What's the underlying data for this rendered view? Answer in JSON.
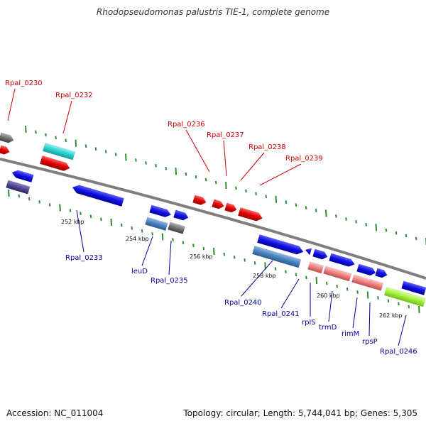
{
  "title": "Rhodopseudomonas palustris TIE-1, complete genome",
  "footer": {
    "accession": "Accession: NC_011004",
    "summary": "Topology: circular; Length: 5,744,041 bp; Genes: 5,305"
  },
  "colors": {
    "backbone": "#7f7f7f",
    "tick": "#2e8b2e",
    "label_top": "#cc0000",
    "label_bottom": "#000099",
    "gene_blue": "#1010e0",
    "gene_red": "#e00000",
    "gene_gray": "#707070",
    "gene_cyan": "#30d0d0",
    "gene_steel": "#4a84c0",
    "gene_darkslate": "#504890",
    "gene_pink": "#f08080",
    "gene_lime": "#a0f040"
  },
  "scale_labels": [
    "252 kbp",
    "254 kbp",
    "256 kbp",
    "258 kbp",
    "260 kbp",
    "262 kbp"
  ],
  "labels_top": [
    "Rpal_0230",
    "Rpal_0232",
    "Rpal_0236",
    "Rpal_0237",
    "Rpal_0238",
    "Rpal_0239"
  ],
  "labels_bottom": [
    "Rpal_0233",
    "leuD",
    "Rpal_0235",
    "Rpal_0240",
    "Rpal_0241",
    "rplS",
    "trmD",
    "rimM",
    "rpsP",
    "Rpal_0246"
  ]
}
